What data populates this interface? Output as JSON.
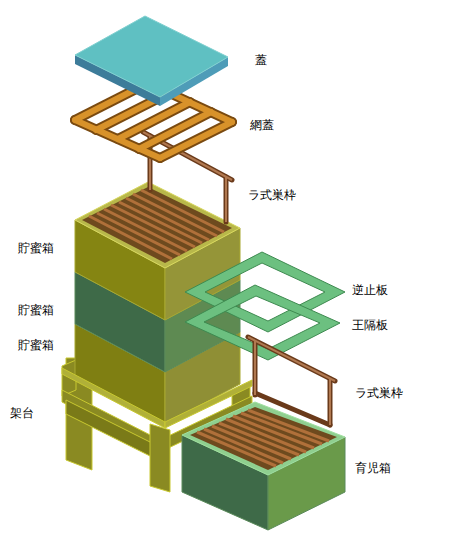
{
  "diagram": {
    "labels": [
      "蓋",
      "網蓋",
      "ラ式巣枠",
      "貯蜜箱",
      "逆止板",
      "貯蜜箱",
      "王隔板",
      "貯蜜箱",
      "ラ式巣枠",
      "架台",
      "育児箱"
    ]
  }
}
